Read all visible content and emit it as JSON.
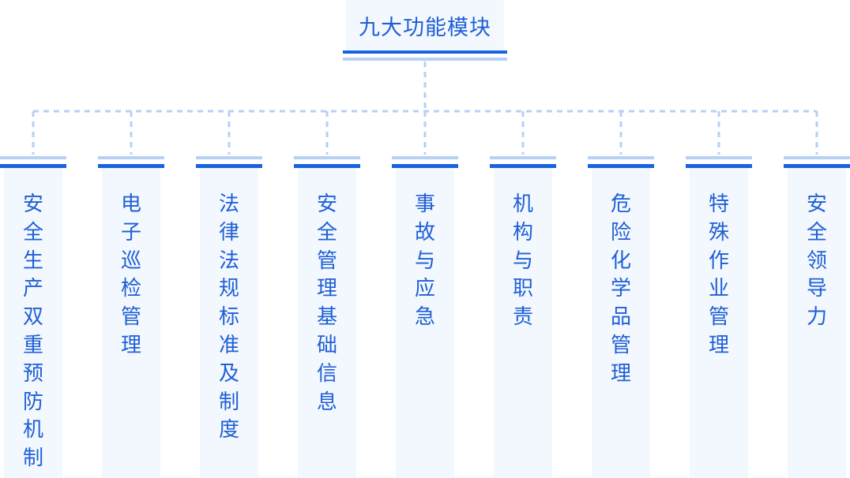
{
  "root": {
    "title": "九大功能模块"
  },
  "modules": [
    {
      "label": "安全生产双重预防机制"
    },
    {
      "label": "电子巡检管理"
    },
    {
      "label": "法律法规标准及制度"
    },
    {
      "label": "安全管理基础信息"
    },
    {
      "label": "事故与应急"
    },
    {
      "label": "机构与职责"
    },
    {
      "label": "危险化学品管理"
    },
    {
      "label": "特殊作业管理"
    },
    {
      "label": "安全领导力"
    }
  ],
  "colors": {
    "accent": "#1a63e0",
    "accent_light": "#b5d1f5",
    "text": "#1f5fd6",
    "panel": "#f3f8fe",
    "connector": "#b5d1f5"
  }
}
